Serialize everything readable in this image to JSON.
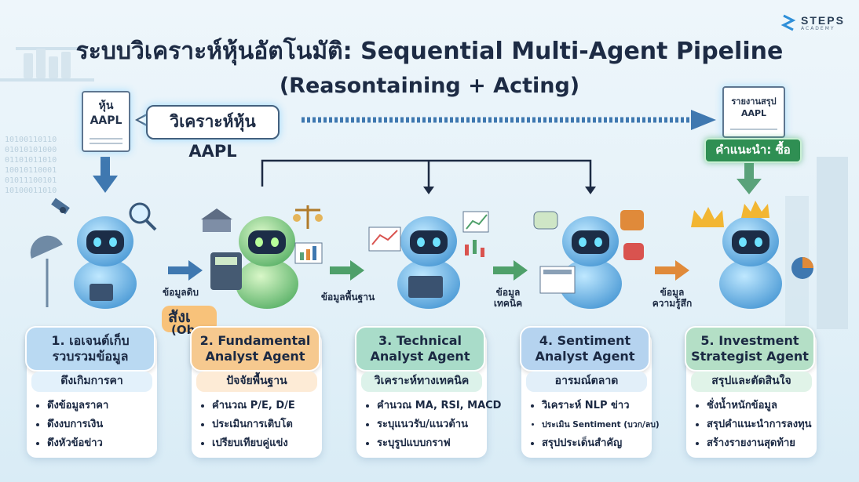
{
  "logo": {
    "name": "STEPS",
    "sub": "ACADEMY"
  },
  "title": {
    "line1": "ระบบวิเคราะห์หุ้นอัตโนมัติ: Sequential Multi-Agent Pipeline",
    "line2": "(Reasontaining + Acting)"
  },
  "input": {
    "doc_line1": "หุ้น",
    "doc_line2": "AAPL",
    "bubble": "วิเคราะห์หุ้น AAPL"
  },
  "output": {
    "doc_line1": "รายงานสรุป",
    "doc_line2": "AAPL",
    "recommendation": "คำแนะนำ: ซื้อ"
  },
  "flow_labels": {
    "raw": "ข้อมูลดิบ",
    "fundamental": "ข้อมูลพื้นฐาน",
    "technical_1": "ข้อมูล",
    "technical_2": "เทคนิค",
    "sentiment_1": "ข้อมูล",
    "sentiment_2": "ความรู้สึก"
  },
  "partial_text": {
    "a": "สังเ",
    "b": "(Ob"
  },
  "background": {
    "binary": "10100110110\n01010101000\n01101011010\n10010110001\n01011100101\n10100011010"
  },
  "colors": {
    "card1": "#b9d9f2",
    "card1_sub": "#e3f1fb",
    "card2": "#f6c98f",
    "card2_sub": "#fdebd6",
    "card3": "#a9dcc9",
    "card3_sub": "#dcf2ea",
    "card4": "#b5d3ef",
    "card4_sub": "#e2eff9",
    "card5": "#b4dfc6",
    "card5_sub": "#e0f3e8",
    "arrow_blue": "#3f78b0",
    "arrow_green": "#4fa06a",
    "arrow_orange": "#e08a3a"
  },
  "agents": [
    {
      "title": "1. เอเจนต์เก็บรวบรวมข้อมูล",
      "subtitle": "ดึงเกิมการคา",
      "bullets": [
        "ดึงข้อมูลราคา",
        "ดึงงบการเงิน",
        "ดึงหัวข้อข่าว"
      ]
    },
    {
      "title": "2. Fundamental Analyst Agent",
      "subtitle": "ปัจจัยพื้นฐาน",
      "bullets": [
        "คำนวณ P/E, D/E",
        "ประเมินการเติบโต",
        "เปรียบเทียบคู่แข่ง"
      ]
    },
    {
      "title": "3. Technical Analyst Agent",
      "subtitle": "วิเคราะห์ทางเทคนิค",
      "bullets": [
        "คำนวณ MA, RSI, MACD",
        "ระบุแนวรับ/แนวต้าน",
        "ระบุรูปแบบกราฟ"
      ]
    },
    {
      "title": "4. Sentiment Analyst Agent",
      "subtitle": "อารมณ์ตลาด",
      "bullets": [
        "วิเคราะห์ NLP ข่าว",
        "ประเมิน Sentiment (บวก/ลบ)",
        "สรุปประเด็นสำคัญ"
      ]
    },
    {
      "title": "5. Investment Strategist Agent",
      "subtitle": "สรุปและตัดสินใจ",
      "bullets": [
        "ชั่งน้ำหนักข้อมูล",
        "สรุปคำแนะนำการลงทุน",
        "สร้างรายงานสุดท้าย"
      ]
    }
  ],
  "icons": {
    "robot": "robot-icon",
    "satellite": "satellite-icon",
    "dish": "satellite-dish-icon",
    "magnifier": "magnifier-icon",
    "bank": "bank-icon",
    "scale": "scale-icon",
    "calculator": "calculator-icon",
    "chart": "chart-icon",
    "candlestick": "candlestick-icon",
    "news": "newspaper-icon",
    "thumbs_up": "thumbs-up-icon",
    "thumbs_down": "thumbs-down-icon",
    "crown": "crown-icon",
    "pie": "pie-chart-icon"
  }
}
